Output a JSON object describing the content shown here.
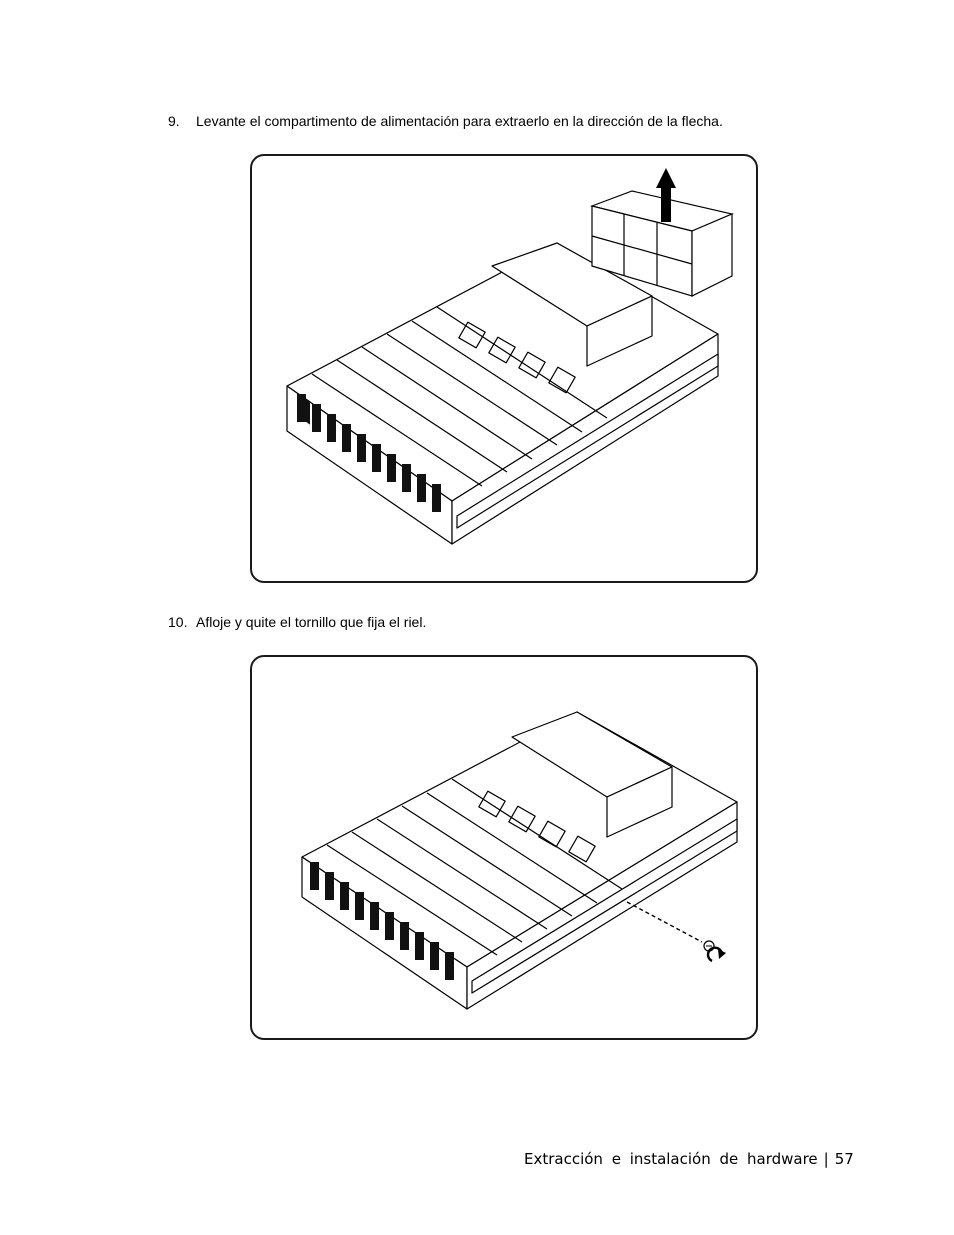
{
  "steps": [
    {
      "number": "9.",
      "text": "Levante el compartimento de alimentación para extraerlo en la dirección de la flecha."
    },
    {
      "number": "10.",
      "text": "Afloje y quite el tornillo que fija el riel."
    }
  ],
  "footer": {
    "section": "Extracción e instalación de hardware",
    "separator": "|",
    "page_number": "57"
  }
}
